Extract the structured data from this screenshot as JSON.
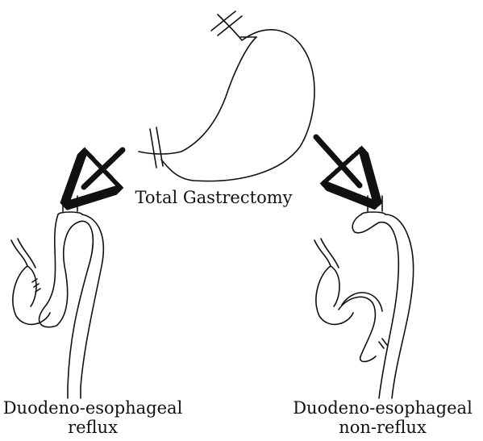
{
  "diagram": {
    "title": "Total Gastrectomy",
    "left": {
      "caption_line1": "Duodeno-esophageal",
      "caption_line2": "reflux"
    },
    "right": {
      "caption_line1": "Duodeno-esophageal",
      "caption_line2": "non-reflux"
    }
  },
  "colors": {
    "ink": "#111111",
    "background": "#ffffff"
  }
}
